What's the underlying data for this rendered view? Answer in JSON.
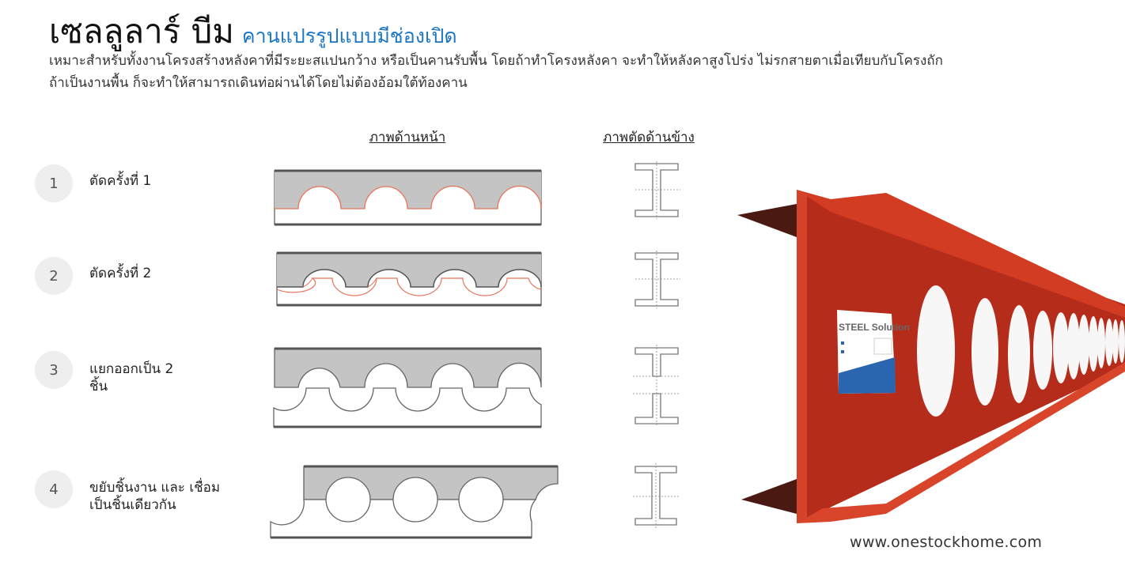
{
  "header": {
    "title": "เซลลูลาร์ บีม",
    "subtitle": "คานแปรรูปแบบมีช่องเปิด",
    "description_lines": [
      "เหมาะสำหรับทั้งงานโครงสร้างหลังคาที่มีระยะสแปนกว้าง หรือเป็นคานรับพื้น โดยถ้าทำโครงหลังคา จะทำให้หลังคาสูงโปร่ง ไม่รกสายตาเมื่อเทียบกับโครงถัก",
      "ถ้าเป็นงานพื้น ก็จะทำให้สามารถเดินท่อผ่านได้โดยไม่ต้องอ้อมใต้ท้องคาน"
    ]
  },
  "columns": {
    "front_view": "ภาพด้านหน้า",
    "side_section": "ภาพตัดด้านข้าง"
  },
  "steps": [
    {
      "number": "1",
      "label": "ตัดครั้งที่ 1"
    },
    {
      "number": "2",
      "label": "ตัดครั้งที่ 2"
    },
    {
      "number": "3",
      "label": "แยกออกเป็น 2 ชิ้น"
    },
    {
      "number": "4",
      "label": "ขยับชิ้นงาน และ เชื่อมเป็นชิ้นเดียวกัน"
    }
  ],
  "photo": {
    "label_brand": "STEEL Solution",
    "beam_color": "#c8321f"
  },
  "footer": {
    "website": "www.onestockhome.com"
  },
  "colors": {
    "title": "#111111",
    "subtitle": "#1b77c5",
    "cut_line": "#e8735a",
    "web_fill": "#c4c4c4"
  }
}
